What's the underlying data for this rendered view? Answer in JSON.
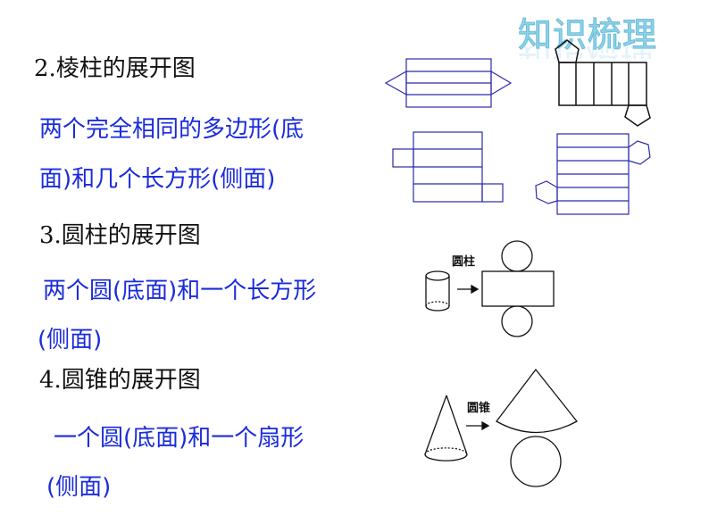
{
  "title": "知识梳理",
  "sections": [
    {
      "heading": "2.棱柱的展开图",
      "lines": [
        "两个完全相同的多边形(底",
        "面)和几个长方形(侧面)"
      ]
    },
    {
      "heading": "3.圆柱的展开图",
      "lines": [
        "两个圆(底面)和一个长方形",
        "(侧面)"
      ],
      "diagram_label": "圆柱"
    },
    {
      "heading": "4.圆锥的展开图",
      "lines": [
        "一个圆(底面)和一个扇形",
        "(侧面)"
      ],
      "diagram_label": "圆锥"
    }
  ],
  "colors": {
    "text_heading": "#111111",
    "text_desc": "#1a2bdc",
    "title": "#8fd3ea",
    "prism_lines": "#2a2aa8",
    "diagram_lines": "#111111"
  }
}
